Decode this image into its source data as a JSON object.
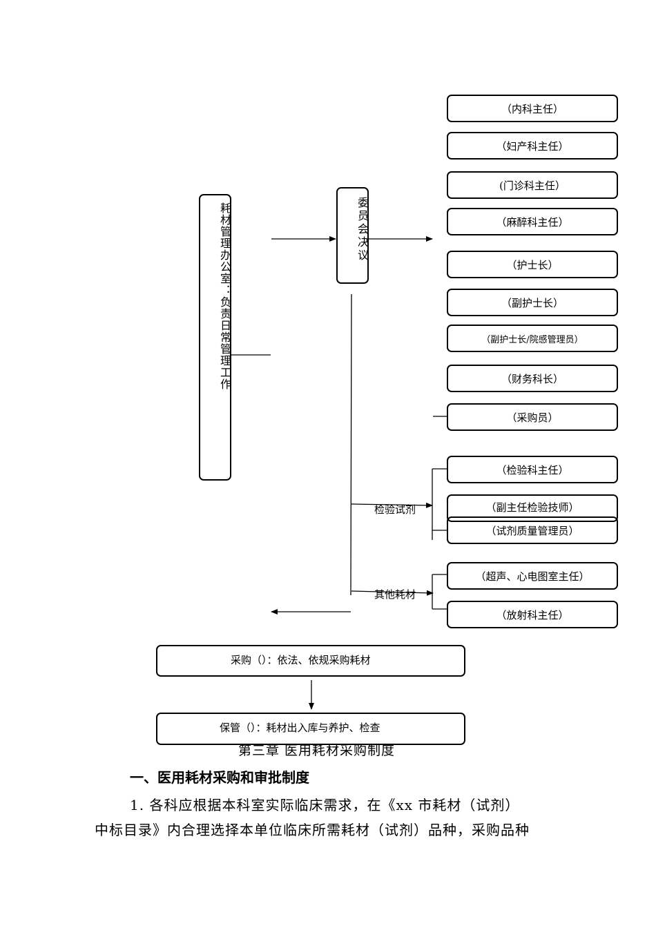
{
  "office": {
    "text": "耗材管理办公室：负责日常管理工作"
  },
  "committee": {
    "text": "委员会决议"
  },
  "members": [
    "（内科主任）",
    "（妇产科主任）",
    "(门诊科主任）",
    "（麻醉科主任）",
    "（护士长）",
    "（副护士长）",
    "（副护士长/院感管理员）",
    "（财务科长）",
    "（采购员）"
  ],
  "reagent_branch": {
    "label": "检验试剂",
    "members": [
      "（检验科主任）",
      "（副主任检验技师）",
      "（试剂质量管理员）"
    ]
  },
  "other_branch": {
    "label": "其他耗材",
    "members": [
      "（超声、心电图室主任）",
      "（放射科主任）"
    ]
  },
  "purchase": {
    "text": "采购（）：依法、依规采购耗材"
  },
  "storage": {
    "text": "保管（）：耗材出入库与养护、检查"
  },
  "chapter_title": "第三章  医用耗材采购制度",
  "section_heading": "一、医用耗材采购和审批制度",
  "paragraph": {
    "line1": "1.    各科应根据本科室实际临床需求，在《xx 市耗材（试剂）",
    "line2": "中标目录》内合理选择本单位临床所需耗材（试剂）品种，采购品种"
  }
}
